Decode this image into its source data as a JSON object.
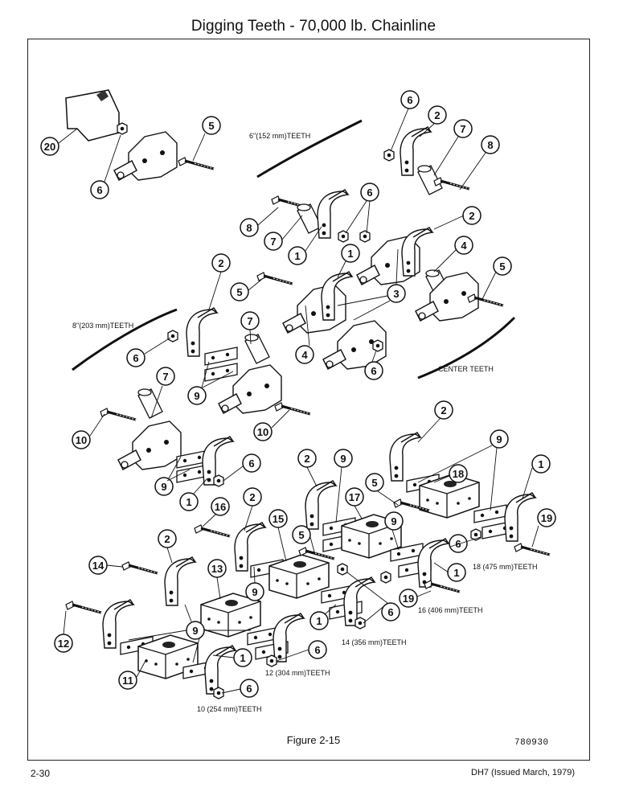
{
  "page": {
    "title": "Digging Teeth - 70,000 lb. Chainline",
    "figure_caption": "Figure 2-15",
    "figure_number": "780930",
    "page_number": "2-30",
    "document_reference": "DH7 (Issued March, 1979)"
  },
  "teeth_labels": {
    "six_inch": "6\"(152 mm)TEETH",
    "eight_inch": "8\"(203 mm)TEETH",
    "center": "CENTER TEETH",
    "eighteen_inch": "18 (475 mm)TEETH",
    "sixteen_inch": "16 (406 mm)TEETH",
    "fourteen_inch": "14 (356 mm)TEETH",
    "twelve_inch": "12 (304 mm)TEETH",
    "ten_inch": "10 (254 mm)TEETH"
  },
  "callouts": {
    "c1": "1",
    "c2": "2",
    "c3": "3",
    "c4": "4",
    "c5": "5",
    "c6": "6",
    "c7": "7",
    "c8": "8",
    "c9": "9",
    "c10": "10",
    "c11": "11",
    "c12": "12",
    "c13": "13",
    "c14": "14",
    "c15": "15",
    "c16": "16",
    "c17": "17",
    "c18": "18",
    "c19": "19",
    "c20": "20"
  }
}
